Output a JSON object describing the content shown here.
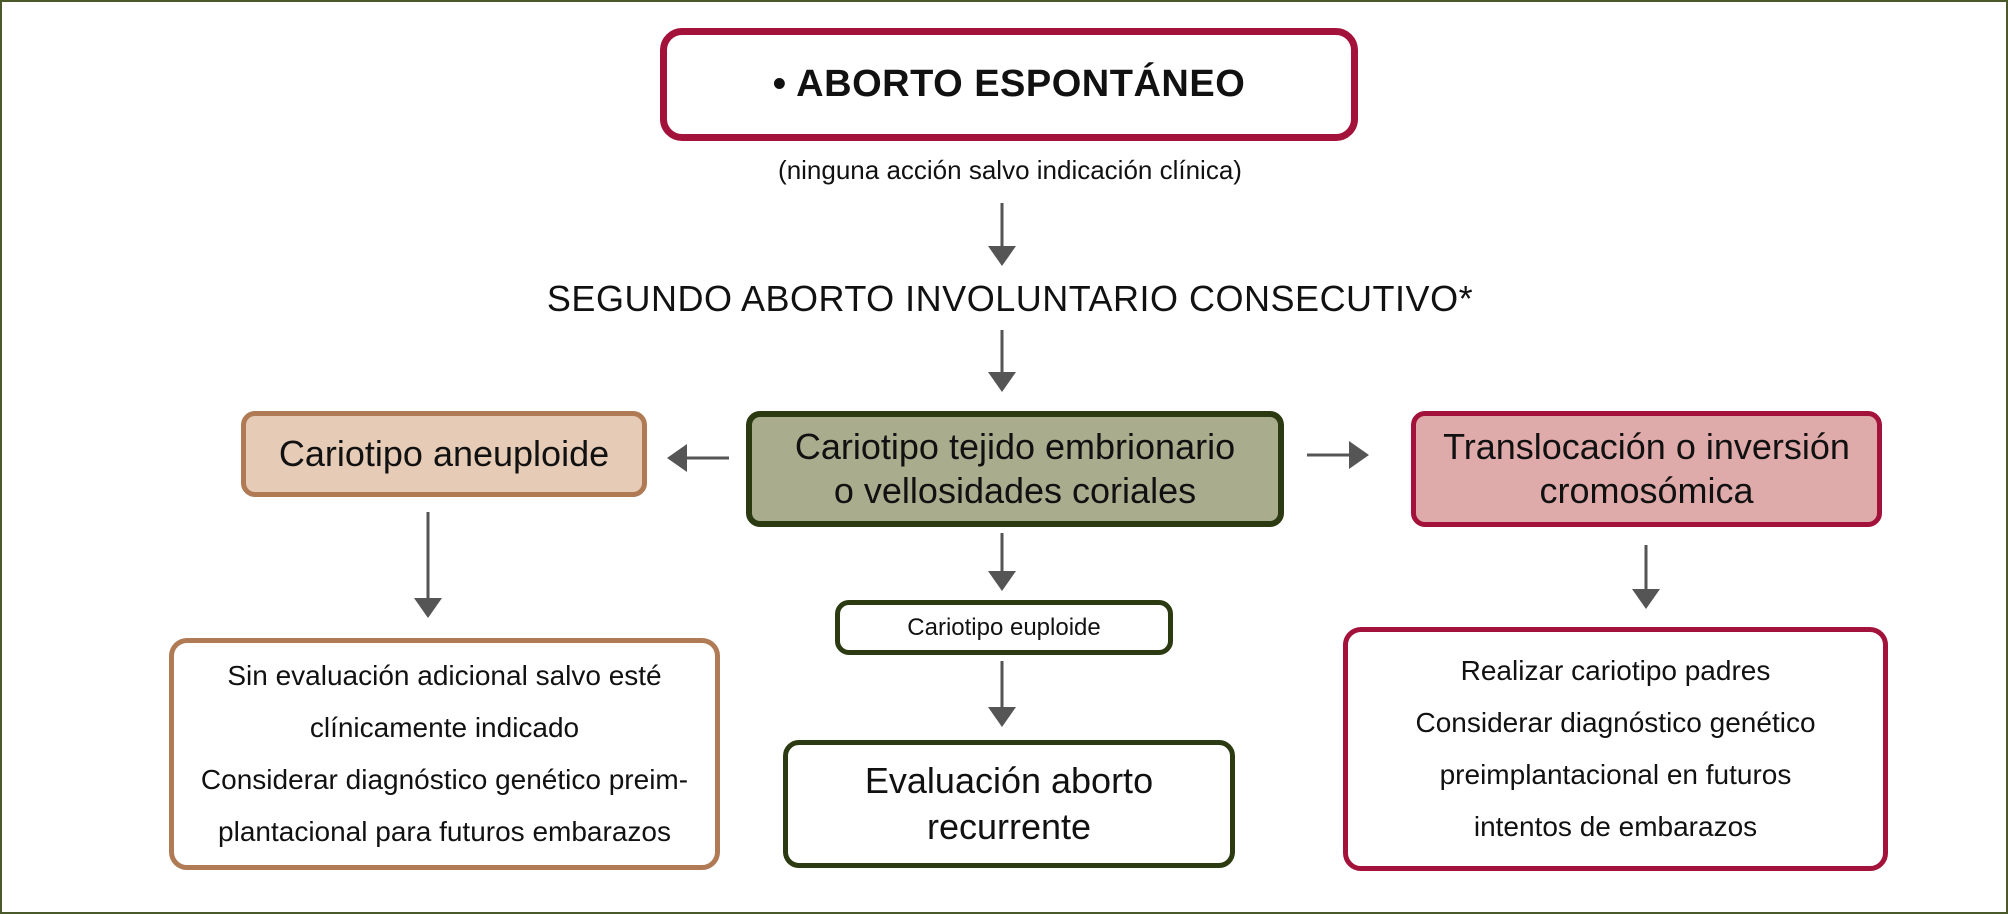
{
  "diagram": {
    "top": {
      "label": "• ABORTO ESPONTÁNEO"
    },
    "top_note": "(ninguna acción salvo indicación clínica)",
    "second_label": "SEGUNDO ABORTO INVOLUNTARIO CONSECUTIVO*",
    "center": {
      "lines": [
        "Cariotipo tejido embrionario",
        "o vellosidades coriales"
      ]
    },
    "left": {
      "label": "Cariotipo aneuploide"
    },
    "right": {
      "lines": [
        "Translocación o inversión",
        "cromosómica"
      ]
    },
    "euploid": {
      "label": "Cariotipo euploide"
    },
    "recurrent": {
      "lines": [
        "Evaluación aborto",
        "recurrente"
      ]
    },
    "bottom_left": {
      "lines": [
        "Sin evaluación adicional salvo esté",
        "clínicamente indicado",
        "Considerar diagnóstico genético preim-",
        "plantacional para futuros embarazos"
      ]
    },
    "bottom_right": {
      "lines": [
        "Realizar cariotipo padres",
        "Considerar diagnóstico genético",
        "preimplantacional en futuros",
        "intentos de embarazos"
      ]
    },
    "colors": {
      "crimson_border": "#a3123a",
      "olive_border": "#2c3a12",
      "tan_border": "#b07a54",
      "center_fill": "#a9ad8e",
      "left_fill": "#e6cbb6",
      "right_fill": "#dfaaaa",
      "arrow": "#555555",
      "frame": "#4a5a2a"
    }
  }
}
